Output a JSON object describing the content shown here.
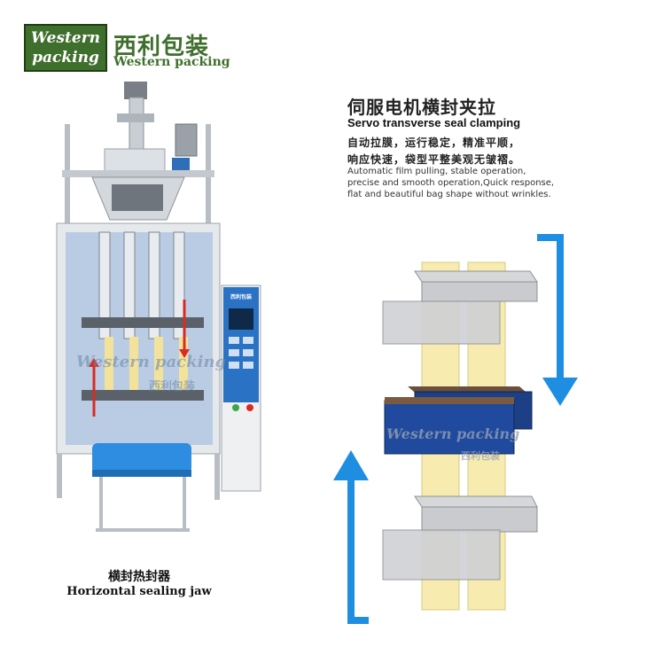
{
  "logo": {
    "box_line1": "Western",
    "box_line2": "packing",
    "cn_name": "西利包装",
    "en_name": "Western packing",
    "color": "#3f6f2d"
  },
  "feature": {
    "title_cn": "伺服电机横封夹拉",
    "title_en": "Servo transverse seal clamping",
    "desc_cn_line1": "自动拉膜，运行稳定，精准平顺，",
    "desc_cn_line2": "响应快速，袋型平整美观无皱褶。",
    "desc_en": "Automatic film pulling, stable operation, precise and smooth operation,Quick response, flat and beautiful bag shape without wrinkles."
  },
  "machine": {
    "panel_label": "西利包装",
    "watermark_en": "Western packing",
    "watermark_cn": "西利包装"
  },
  "diagram": {
    "watermark_en": "Western packing",
    "watermark_cn": "西利包装",
    "arrow_color": "#1e8ee0"
  },
  "caption": {
    "cn": "横封热封器",
    "en": "Horizontal sealing jaw"
  }
}
